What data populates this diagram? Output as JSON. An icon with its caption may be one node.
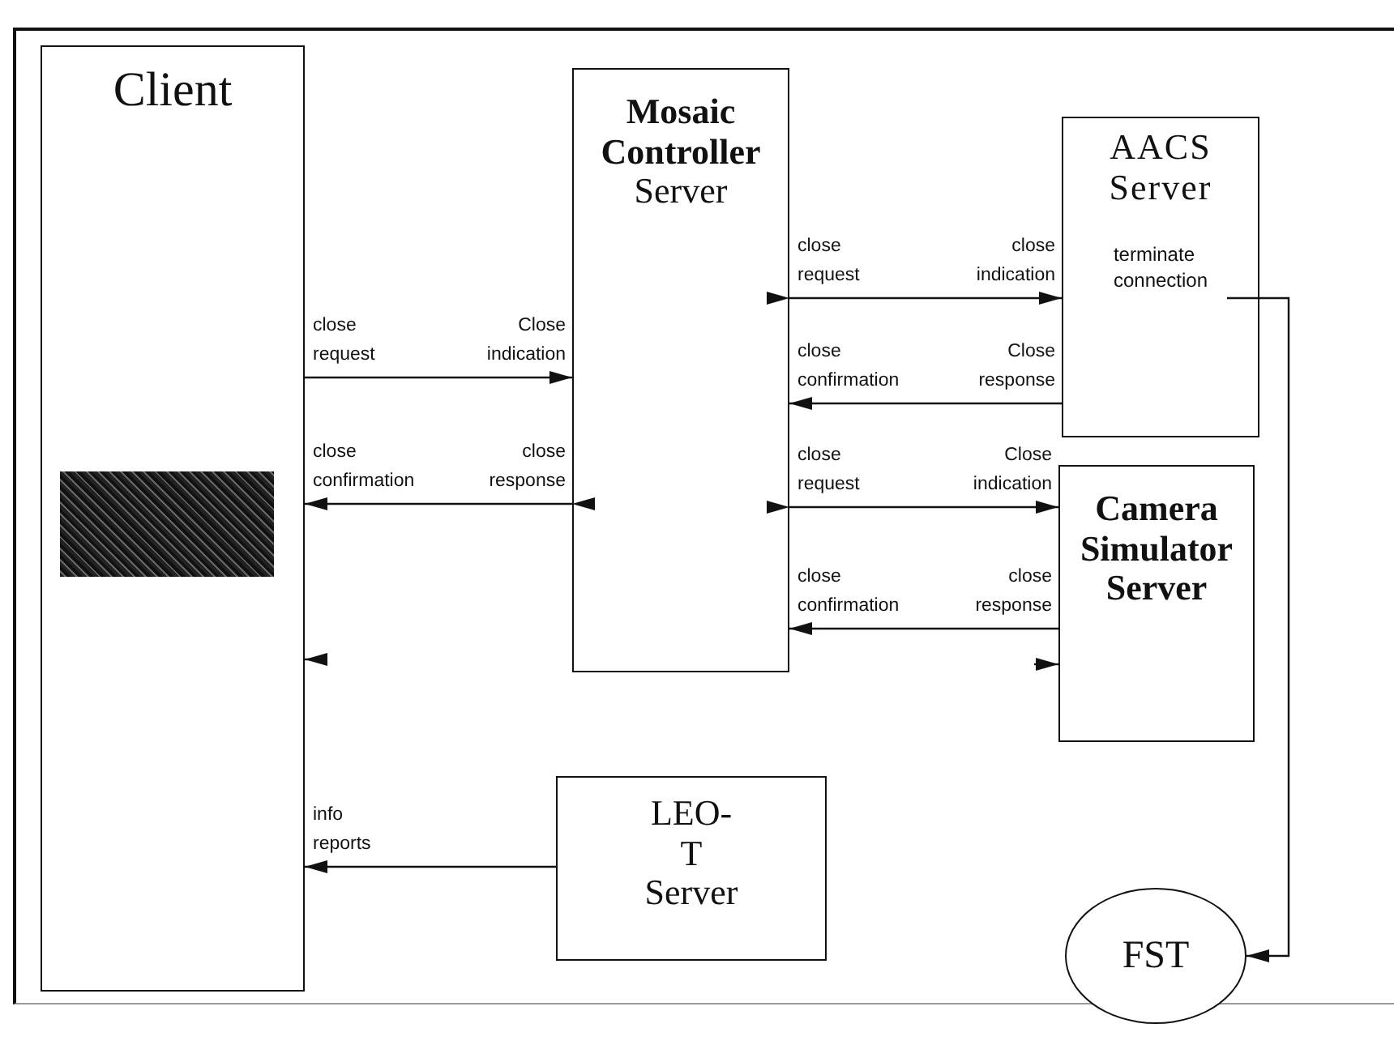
{
  "diagram": {
    "nodes": [
      {
        "text": [
          "Client"
        ]
      },
      {
        "text": [],
        "shape": "box",
        "in": 0
      },
      {
        "text": [
          "**Mosaic Controller** Server"
        ]
      },
      {
        "text": [
          "AACS Server",
          "terminate connection"
        ]
      },
      {
        "text": [
          "Camera Simulator Server"
        ]
      },
      {
        "text": [
          "LEO-T Server"
        ]
      },
      {
        "text": [
          "FST"
        ]
      }
    ],
    "edges": [
      {
        "from": 0,
        "to": 2,
        "arrow": "to",
        "label": "close request"
      },
      {
        "from": 2,
        "to": 0,
        "arrow": "to",
        "label": "close confirmation"
      },
      {
        "from": 2,
        "to": 3,
        "arrow": "to",
        "label": "close request"
      },
      {
        "from": 3,
        "to": 2,
        "arrow": "to",
        "label": "close confirmation"
      },
      {
        "from": 2,
        "to": 4,
        "arrow": "to",
        "label": "close request"
      },
      {
        "from": 4,
        "to": 2,
        "arrow": "to",
        "label": "close confirmation"
      },
      {
        "from": 5,
        "to": 0,
        "arrow": "to",
        "label": "info reports"
      },
      {
        "from": 3,
        "to": 6,
        "arrow": "to"
      },
      {
        "from": null,
        "to": 0,
        "arrow": "to"
      },
      {
        "from": null,
        "to": 4,
        "arrow": "to"
      }
    ],
    "labels": [
      "Close indication",
      "close response",
      "close indication",
      "Close response",
      "Close indication",
      "close response"
    ]
  }
}
